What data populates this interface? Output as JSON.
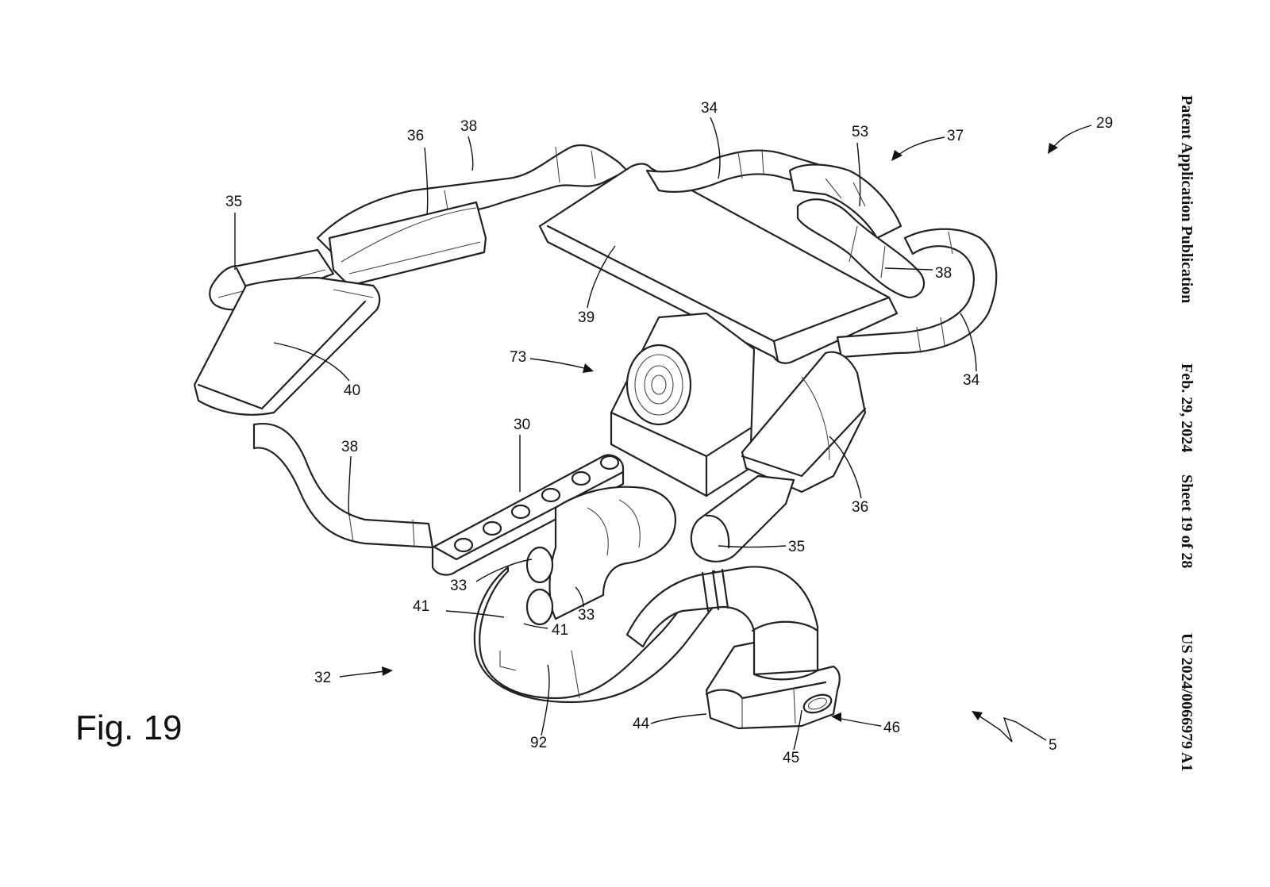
{
  "header": {
    "publication_type": "Patent Application Publication",
    "date": "Feb. 29, 2024",
    "sheet": "Sheet 19 of 28",
    "publication_number": "US 2024/0066979 A1"
  },
  "figure": {
    "caption": "Fig. 19",
    "reference_numerals": {
      "n29": "29",
      "n37": "37",
      "n53": "53",
      "n34_top": "34",
      "n38_top": "38",
      "n36_top": "36",
      "n35_left": "35",
      "n39": "39",
      "n38_right": "38",
      "n34_right": "34",
      "n73": "73",
      "n40": "40",
      "n30": "30",
      "n38_left": "38",
      "n36_right": "36",
      "n35_right": "35",
      "n33_a": "33",
      "n33_b": "33",
      "n41_a": "41",
      "n41_b": "41",
      "n32": "32",
      "n92": "92",
      "n44": "44",
      "n45": "45",
      "n46": "46",
      "n5": "5"
    }
  }
}
